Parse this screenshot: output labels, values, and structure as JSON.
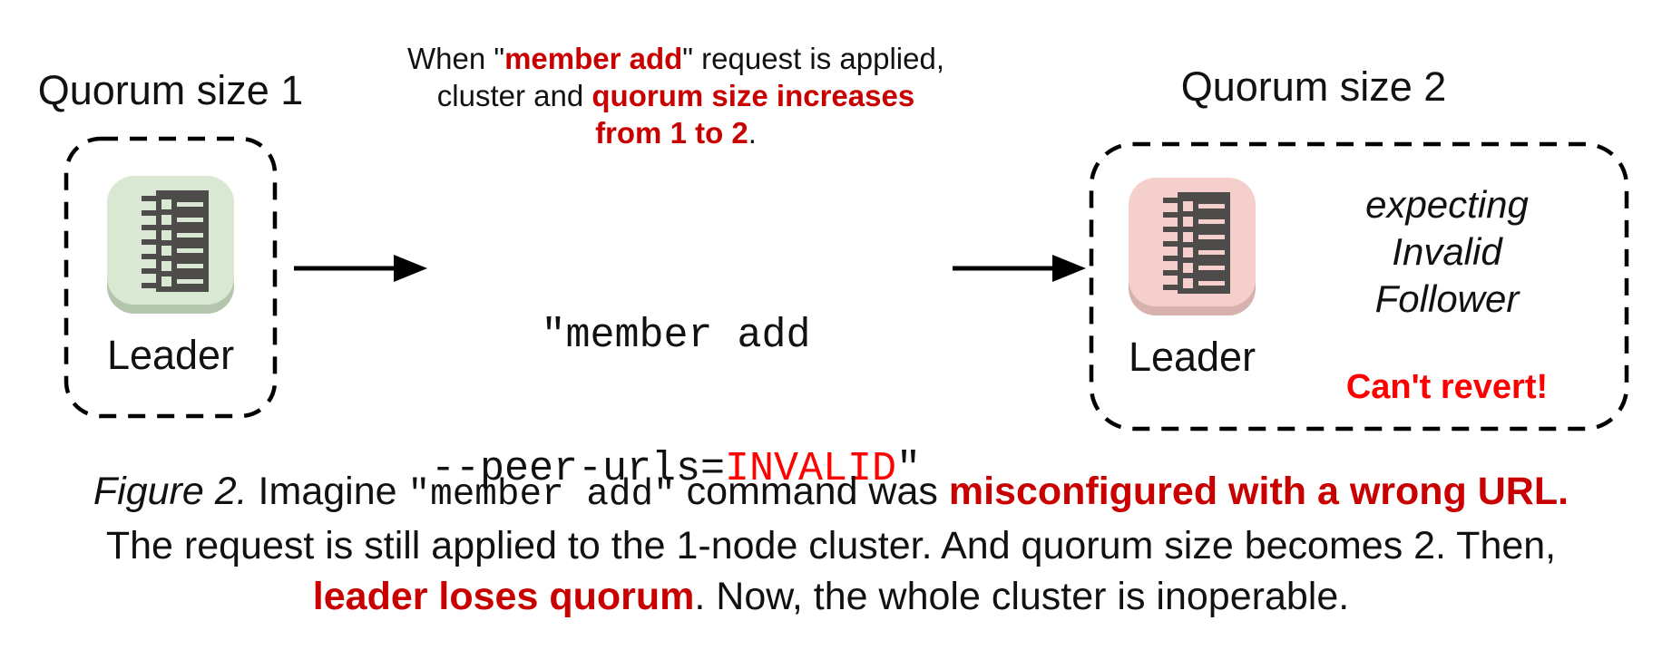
{
  "colors": {
    "emphasis_red": "#c90000",
    "bright_red": "#fe0000",
    "icon_green": "#d9e8d2",
    "icon_green_edge": "#b4c5ad",
    "icon_pink": "#f5cfcc",
    "icon_pink_edge": "#d6b1ae",
    "glyph_dark": "#4d4c4a"
  },
  "left_cluster": {
    "title": "Quorum size 1",
    "node_label": "Leader",
    "icon": "etcd-server-icon"
  },
  "annotation": {
    "l1a": "When \"",
    "l1b": "member add",
    "l1c": "\" request is applied,",
    "l2a": "cluster and ",
    "l2b": "quorum size increases",
    "l3a": "from 1 to 2",
    "l3b": "."
  },
  "command": {
    "line1": "\"member add",
    "l2a": "--peer-urls=",
    "l2b": "INVALID",
    "l2c": "\""
  },
  "right_cluster": {
    "title": "Quorum size 2",
    "node_label": "Leader",
    "expecting_lines": [
      "expecting",
      "Invalid",
      "Follower"
    ],
    "warning": "Can't revert!",
    "icon": "etcd-server-icon"
  },
  "caption": {
    "c1a": "Figure 2.",
    "c1b": " Imagine ",
    "c1c": "\"member add\"",
    "c1d": " command was ",
    "c1e": "misconfigured with a wrong URL.",
    "c2": "The request is still applied to the 1-node cluster. And quorum size becomes 2. Then,",
    "c3a": "leader loses quorum",
    "c3b": ". Now, the whole cluster is inoperable."
  }
}
